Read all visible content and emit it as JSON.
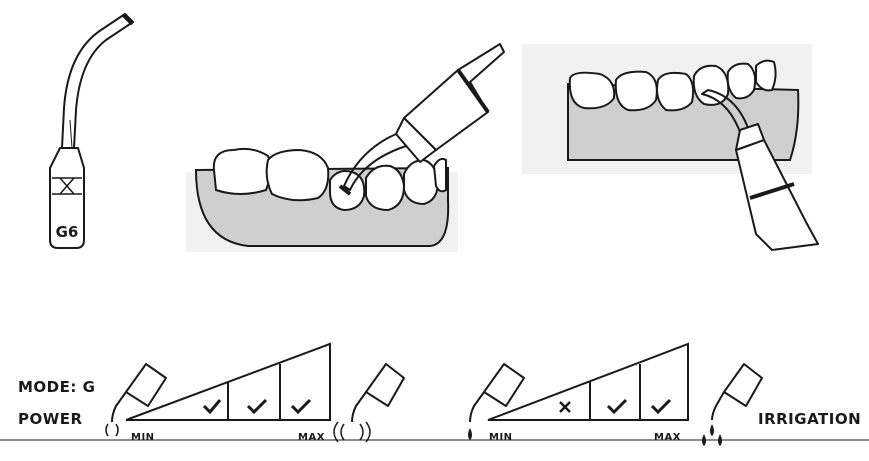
{
  "tip": {
    "model": "G6"
  },
  "settings": {
    "mode_label": "MODE: G",
    "power_label": "POWER",
    "irrigation_label": "IRRIGATION",
    "power_scale": {
      "min_label": "MIN",
      "max_label": "MAX",
      "levels": [
        "allowed",
        "allowed",
        "allowed"
      ]
    },
    "irrigation_scale": {
      "min_label": "MIN",
      "max_label": "MAX",
      "levels": [
        "not-allowed",
        "allowed",
        "allowed"
      ]
    }
  },
  "icons": [
    "scaler-tip-icon",
    "handpiece-icon",
    "vibration-icon",
    "water-drop-icon",
    "check-icon",
    "cross-icon"
  ]
}
